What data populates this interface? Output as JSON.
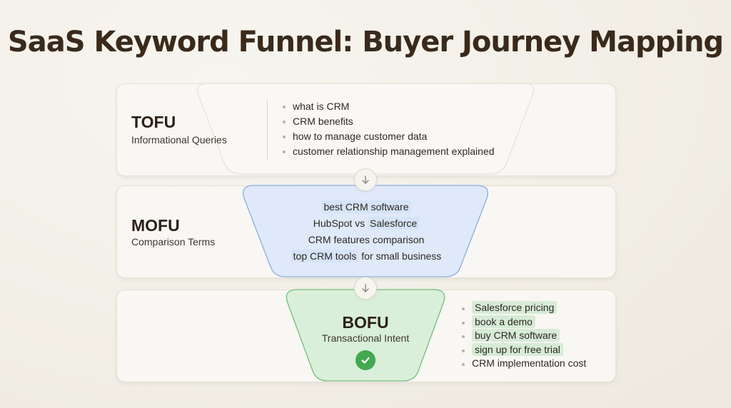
{
  "title": "SaaS Keyword Funnel: Buyer Journey Mapping",
  "colors": {
    "tofu_fill": "#f9f8f4",
    "mofu_fill": "#dfe9fa",
    "mofu_stroke": "#8aaee0",
    "bofu_fill": "#d9efd9",
    "bofu_stroke": "#74bd7c",
    "check": "#43a84f"
  },
  "tofu": {
    "name": "TOFU",
    "subtitle": "Informational Queries",
    "keywords": [
      "what is CRM",
      "CRM benefits",
      "how to manage customer data",
      "customer relationship management explained"
    ]
  },
  "mofu": {
    "name": "MOFU",
    "subtitle": "Comparison Terms",
    "kw1": "best CRM software",
    "kw2_pre": "HubSpot vs ",
    "kw2_hl": "Salesforce",
    "kw3": "CRM features comparison",
    "kw4_hl": "top CRM tools",
    "kw4_post": " for small business"
  },
  "bofu": {
    "name": "BOFU",
    "subtitle": "Transactional Intent",
    "keywords": [
      "Salesforce pricing",
      "book a demo",
      "buy CRM software",
      "sign up for free trial",
      "CRM implementation cost"
    ]
  },
  "icons": {
    "arrow": "arrow-down-icon",
    "check": "checkmark-icon"
  }
}
